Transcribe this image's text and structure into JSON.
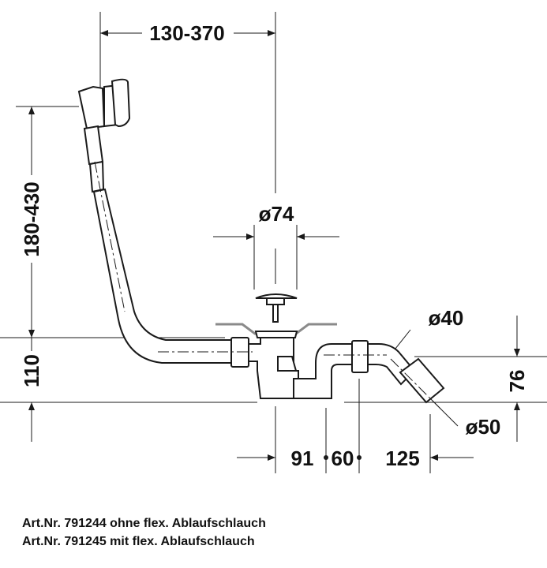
{
  "dimensions": {
    "overflow_offset": "130-370",
    "overflow_height": "180-430",
    "drain_diameter": "ø74",
    "outlet_diameter_40": "ø40",
    "outlet_diameter_50": "ø50",
    "drain_height": "110",
    "outlet_height": "76",
    "dist_91": "91",
    "dist_60": "60",
    "dist_125": "125"
  },
  "captions": [
    "Art.Nr. 791244 ohne flex. Ablaufschlauch",
    "Art.Nr. 791245 mit flex. Ablaufschlauch"
  ],
  "colors": {
    "line": "#1a1a1a",
    "tub": "#8a8a8a"
  }
}
